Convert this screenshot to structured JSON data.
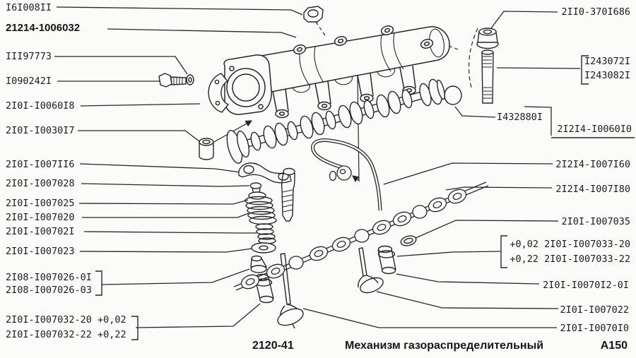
{
  "figure": {
    "footer": {
      "drawing_number": "2120-41",
      "title": "Механизм газораспределительный",
      "page_code": "А150"
    }
  },
  "labels": {
    "left": [
      "I6I008II",
      "21214-1006032",
      "III97773",
      "I090242I",
      "2I0I-I0060I8",
      "2I0I-I0030I7",
      "2I0I-I007II6",
      "2I0I-I007028",
      "2I0I-I007025",
      "2I0I-I007020",
      "2I0I-I00702I",
      "2I0I-I007023",
      "2I08-I007026-0I",
      "2I08-I007026-03",
      "2I0I-I007032-20 +0,02",
      "2I0I-I007032-22 +0,22"
    ],
    "right": [
      "2II0-370I686",
      "I243072I",
      "I243082I",
      "I432880I",
      "2I2I4-I0060I0",
      "2I2I4-I007I60",
      "2I2I4-I007I80",
      "2I0I-I007035",
      "+0,02 2I0I-I007033-20",
      "+0,22 2I0I-I007033-22",
      "2I0I-I0070I2-0I",
      "2I0I-I007022",
      "2I0I-I0070I0"
    ]
  }
}
